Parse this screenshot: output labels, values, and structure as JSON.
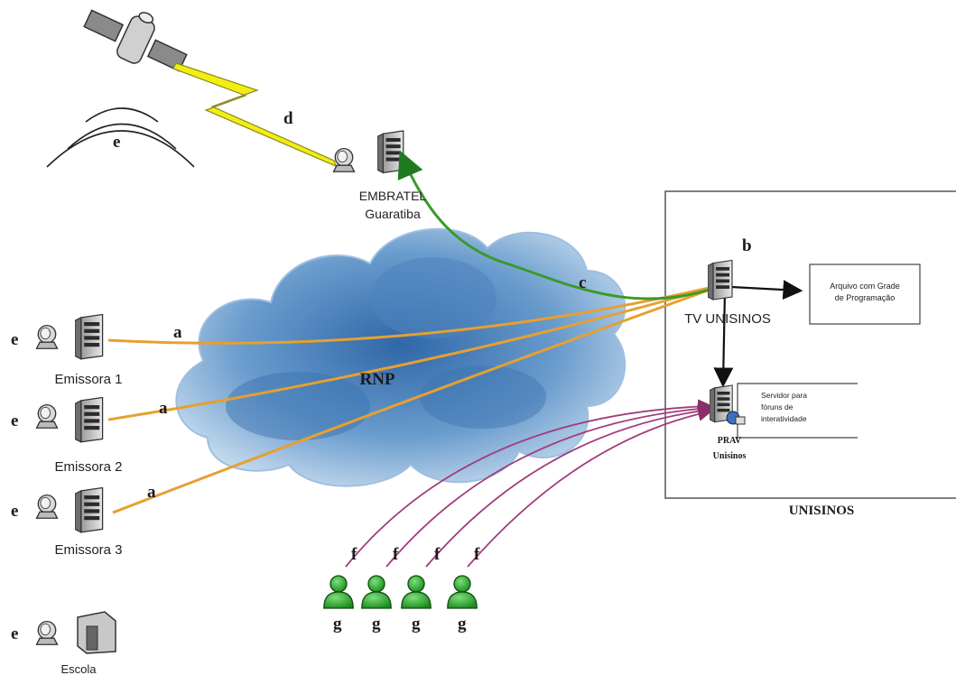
{
  "labels": {
    "embratel_line1": "EMBRATEL",
    "embratel_line2": "Guaratiba",
    "rnp": "RNP",
    "tv_unisinos": "TV UNISINOS",
    "unisinos": "UNISINOS",
    "emissora1": "Emissora 1",
    "emissora2": "Emissora 2",
    "emissora3": "Emissora 3",
    "escola": "Escola",
    "arquivo_line1": "Arquivo com Grade",
    "arquivo_line2": "de Programação",
    "servidor_line1": "Servidor para",
    "servidor_line2": "fóruns de",
    "servidor_line3": "interatividade",
    "prav_line1": "PRAV",
    "prav_line2": "Unisinos"
  },
  "letters": {
    "a1": "a",
    "a2": "a",
    "a3": "a",
    "b": "b",
    "c": "c",
    "d": "d",
    "e_sat": "e",
    "e1": "e",
    "e2": "e",
    "e3": "e",
    "e4": "e",
    "f1": "f",
    "f2": "f",
    "f3": "f",
    "f4": "f",
    "g1": "g",
    "g2": "g",
    "g3": "g",
    "g4": "g"
  },
  "colors": {
    "orange_link": "#e6a030",
    "green_link": "#3a9a2a",
    "purple_link": "#a03c7c",
    "lightning": "#f2ee10",
    "cloud": "#6f9fcf",
    "user": "#33b233"
  }
}
